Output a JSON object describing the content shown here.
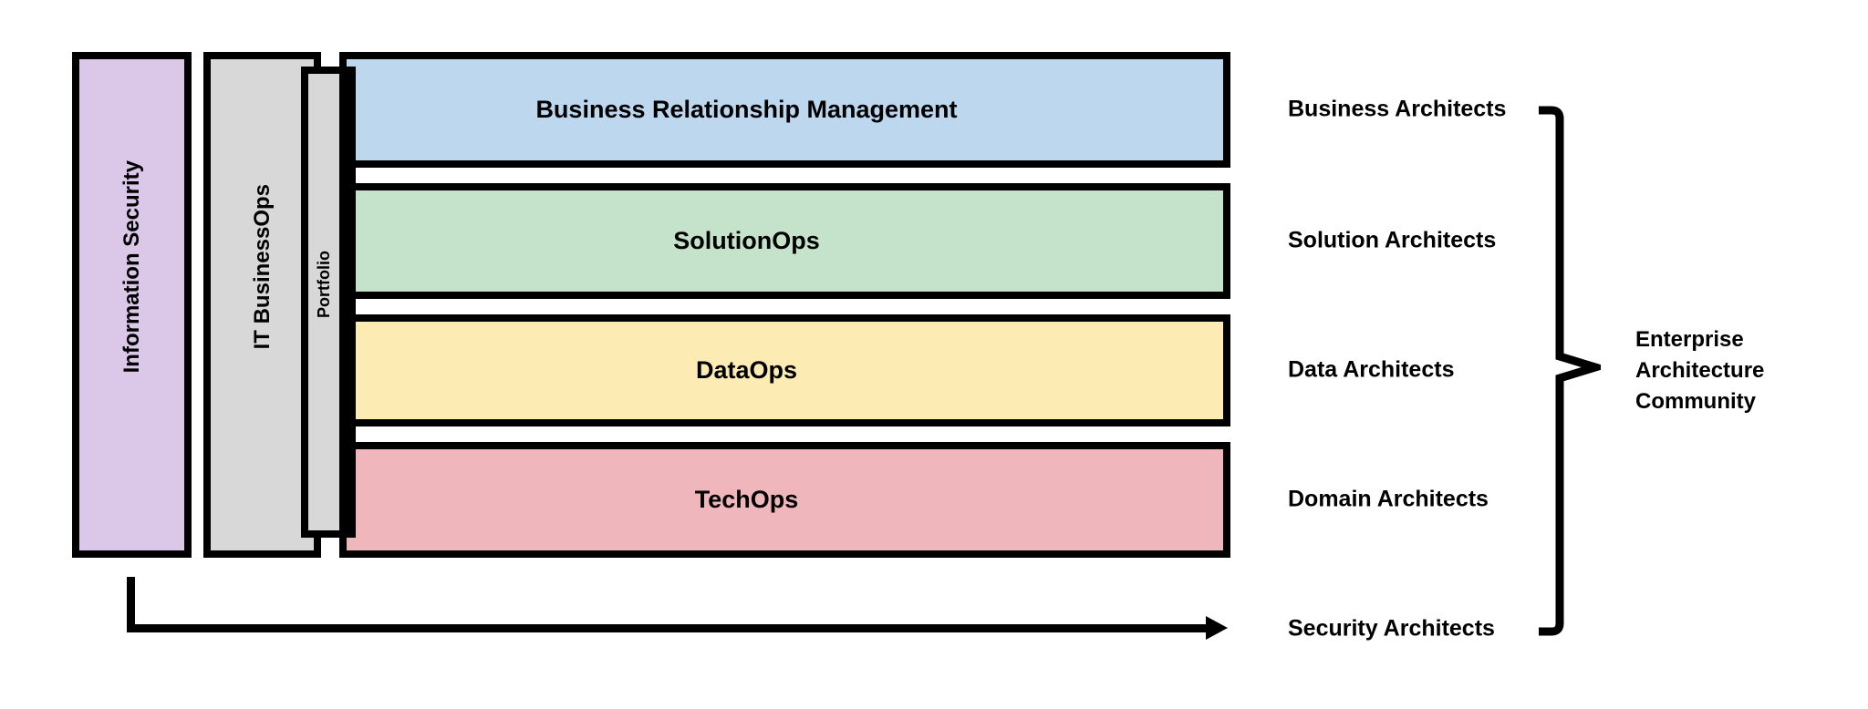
{
  "diagram": {
    "background": "#ffffff",
    "outline_color": "#000000",
    "vertical_bars": [
      {
        "label": "Information Security",
        "fill": "#dbc8e8"
      },
      {
        "label": "IT BusinessOps",
        "fill": "#d8d8d8"
      },
      {
        "label": "Portfolio",
        "fill": "#d8d8d8"
      }
    ],
    "horizontal_bars": [
      {
        "label": "Business Relationship Management",
        "fill": "#bdd7ee"
      },
      {
        "label": "SolutionOps",
        "fill": "#c5e3cb"
      },
      {
        "label": "DataOps",
        "fill": "#fcecb4"
      },
      {
        "label": "TechOps",
        "fill": "#efb7bb"
      }
    ],
    "architect_labels": [
      "Business Architects",
      "Solution Architects",
      "Data Architects",
      "Domain Architects",
      "Security Architects"
    ],
    "community": {
      "lines": [
        "Enterprise",
        "Architecture",
        "Community"
      ]
    }
  }
}
